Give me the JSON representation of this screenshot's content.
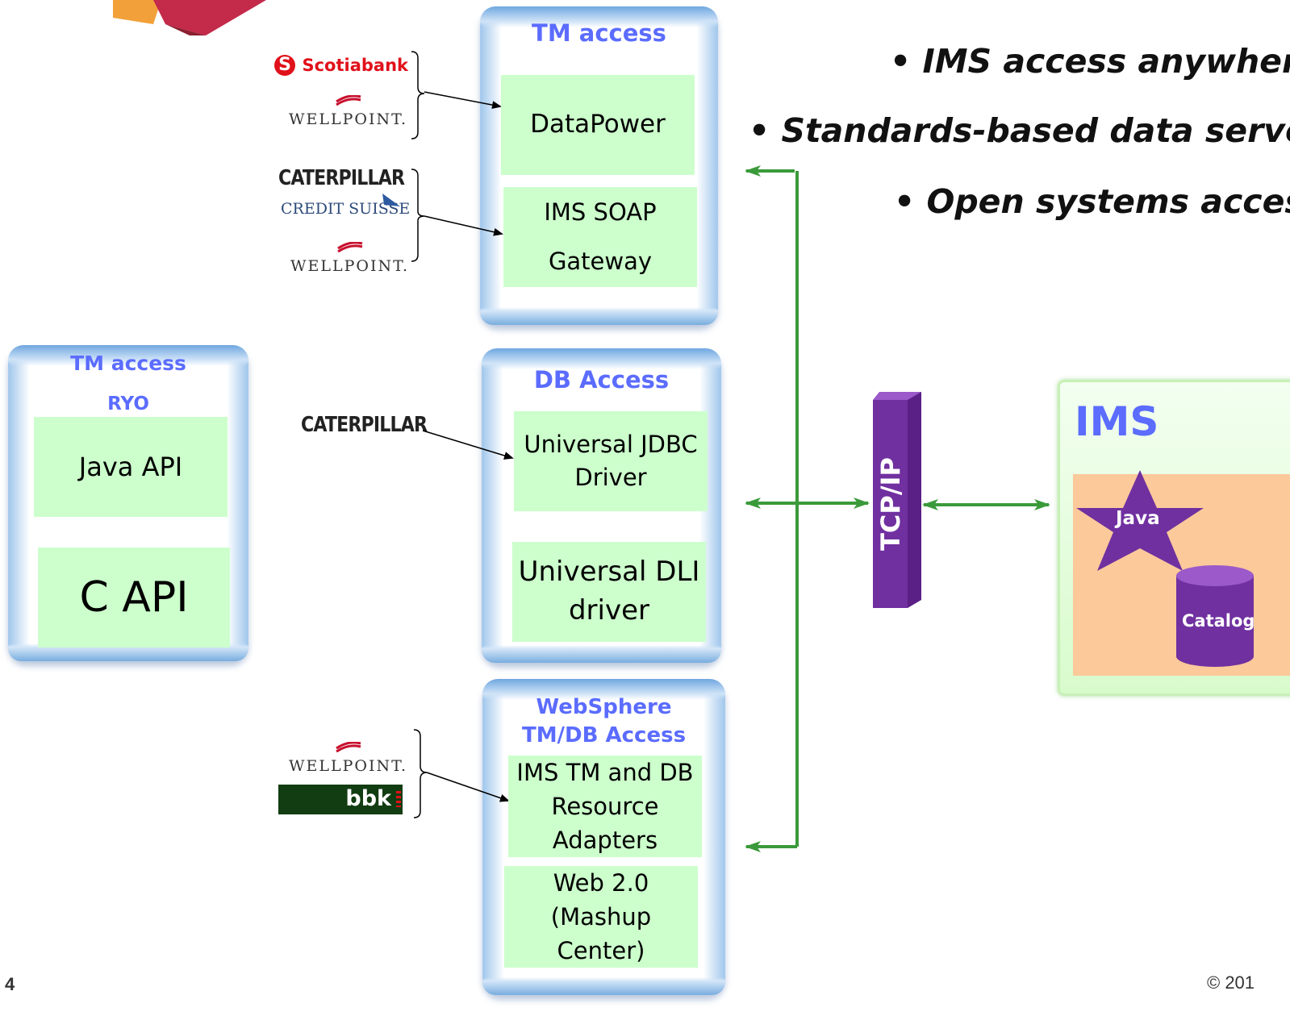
{
  "bullets": [
    "• IMS access anywhere",
    "• Standards-based data serve",
    "• Open systems acces"
  ],
  "left_container": {
    "title": "TM access",
    "subtitle": "RYO",
    "boxes": [
      "Java API",
      "C API"
    ]
  },
  "tm_container": {
    "title": "TM access",
    "boxes": [
      "DataPower",
      "IMS SOAP\nGateway"
    ]
  },
  "db_container": {
    "title": "DB Access",
    "boxes": [
      "Universal JDBC\nDriver",
      "Universal DLI\ndriver"
    ]
  },
  "ws_container": {
    "title": "WebSphere\nTM/DB Access",
    "boxes": [
      "IMS TM and DB\nResource\nAdapters",
      "Web 2.0\n(Mashup\nCenter)"
    ]
  },
  "logos": {
    "scotiabank": "Scotiabank",
    "wellpoint": "WELLPOINT.",
    "caterpillar": "CATERPILLAR",
    "credit_suisse": "CREDIT SUISSE",
    "bbk": "bbk"
  },
  "tcpip_label": "TCP/IP",
  "ims": {
    "title": "IMS",
    "java_label": "Java",
    "catalog_label": "Catalog"
  },
  "footer": {
    "page_number": "4",
    "copyright": "© 201"
  },
  "colors": {
    "title_blue": "#5b6cff",
    "box_green": "#ccffcc",
    "arrow_green": "#3a9a3a",
    "tcpip_purple": "#7030a0",
    "ims_peach": "#fbc99a"
  }
}
